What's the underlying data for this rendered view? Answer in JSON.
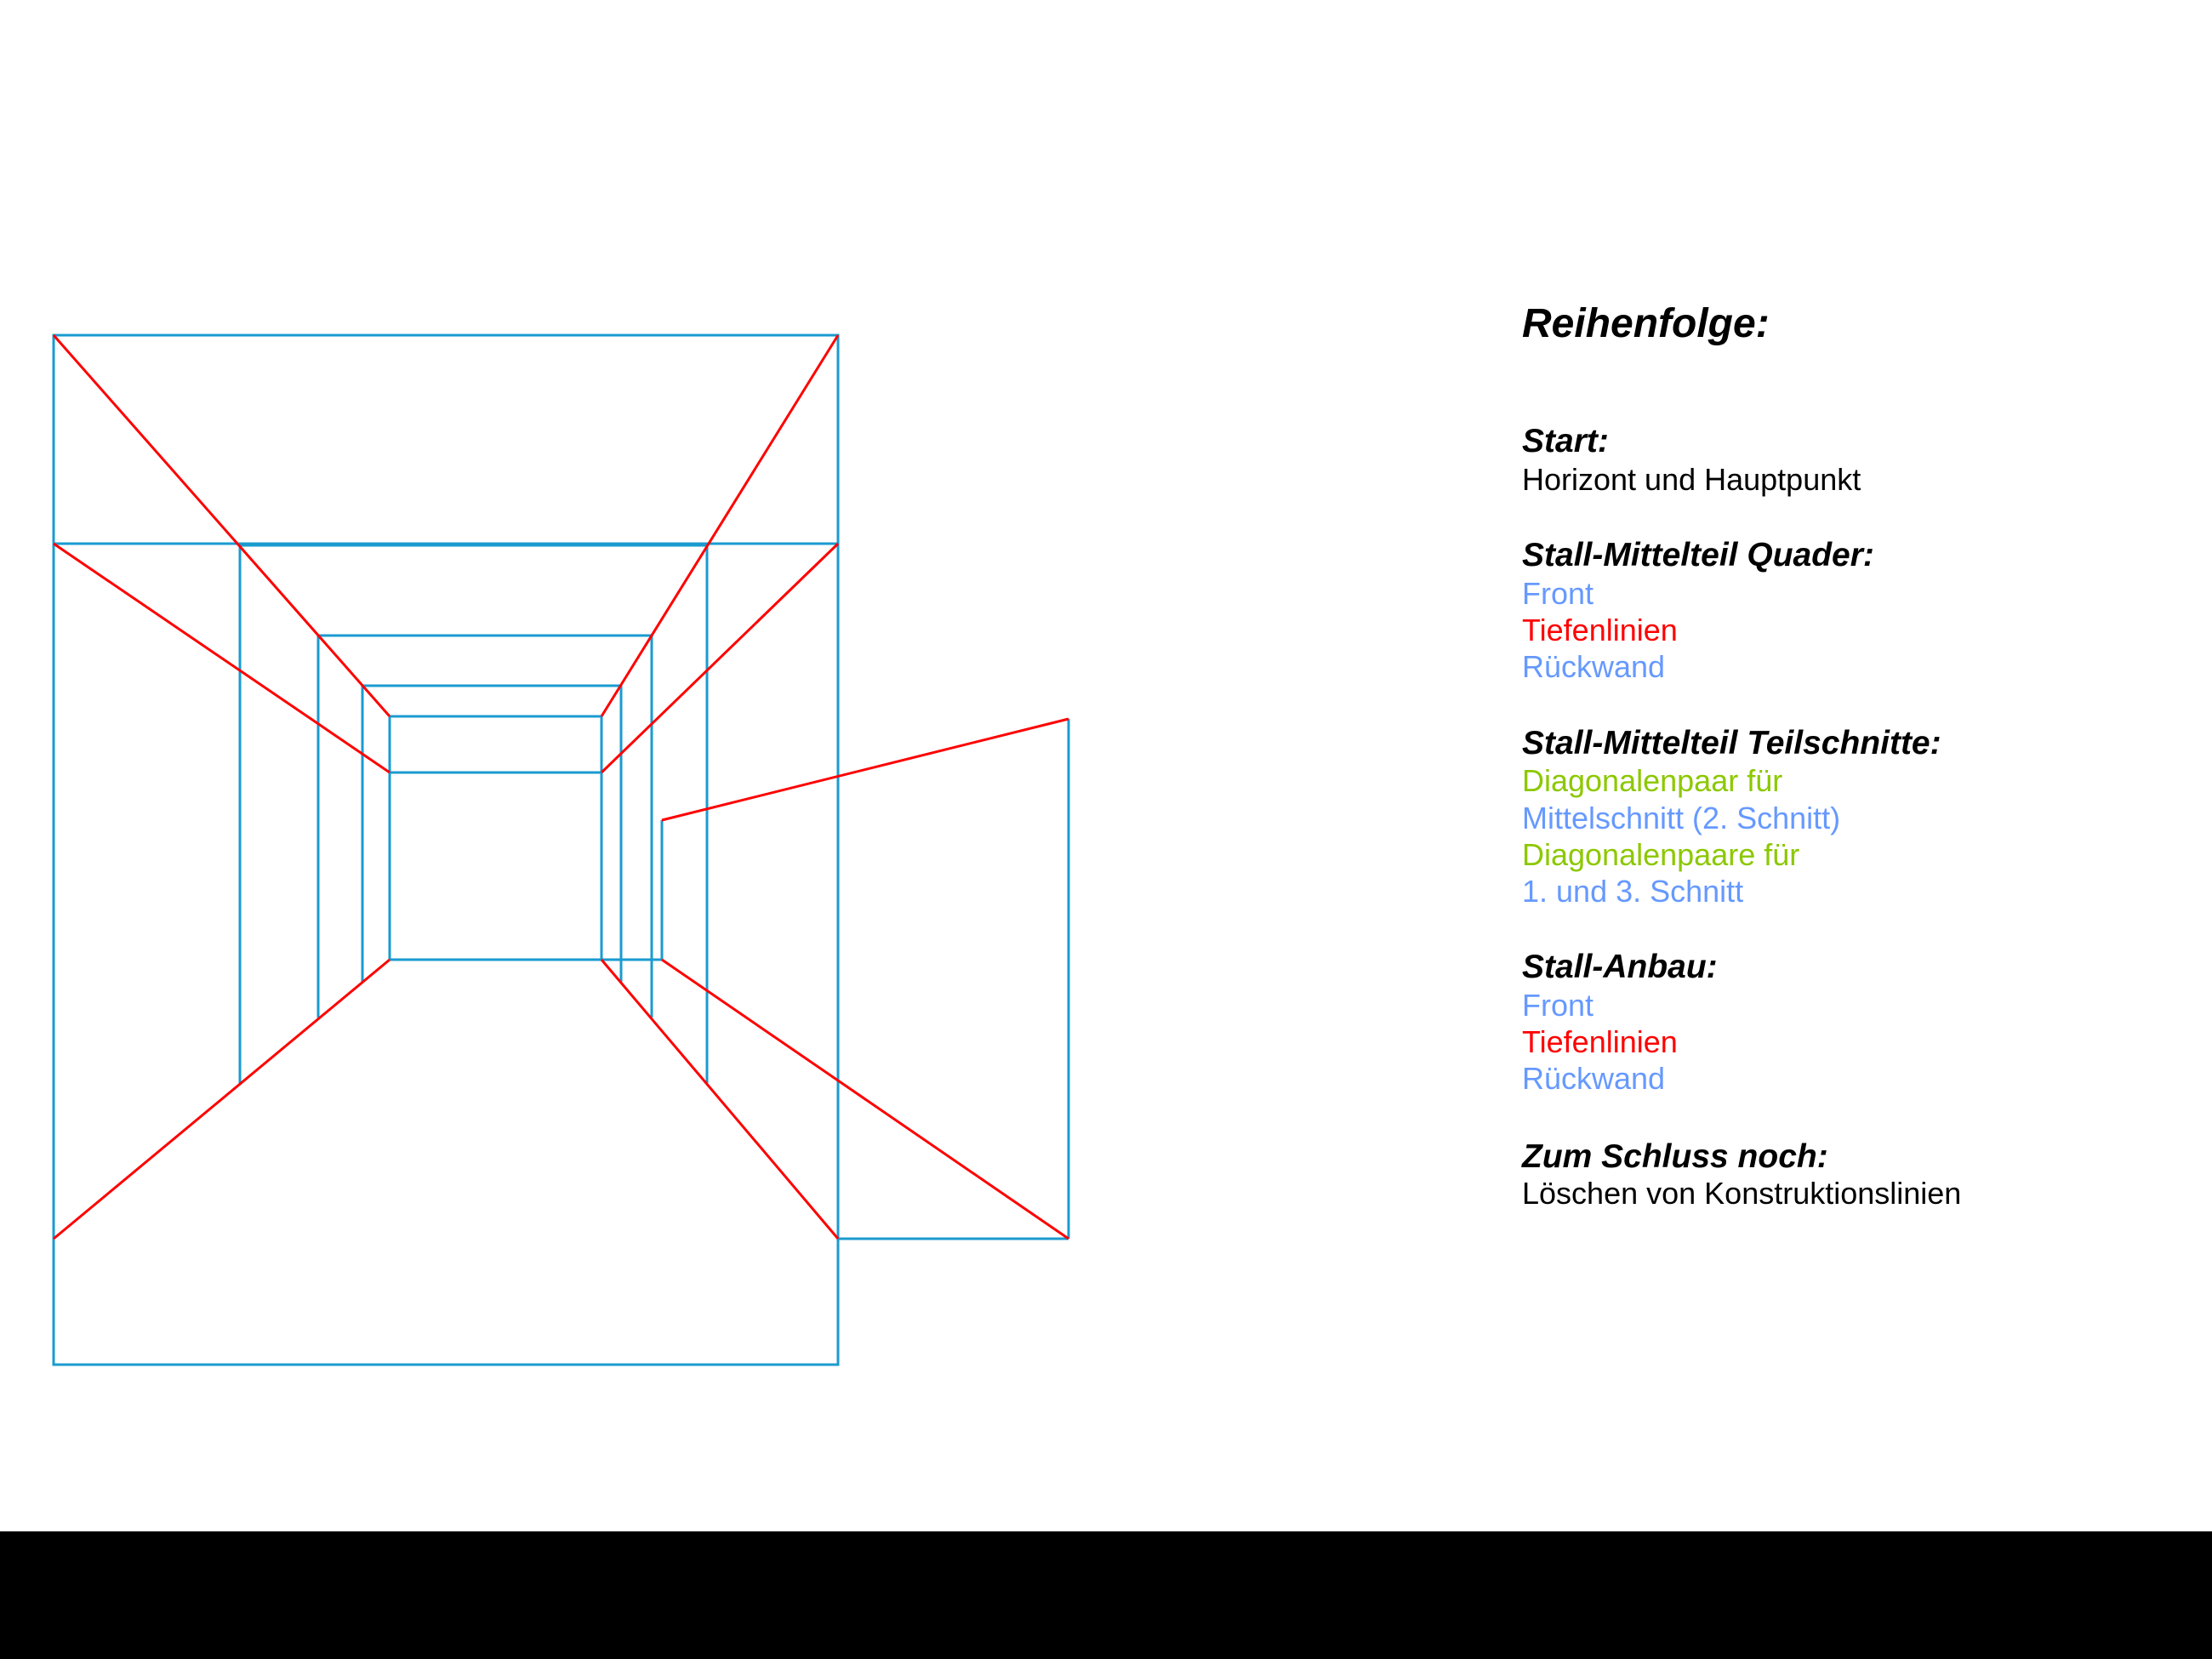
{
  "title": "Reihenfolge:",
  "sections": [
    {
      "heading": "Start:",
      "items": [
        {
          "text": "Horizont und Hauptpunkt",
          "color": "#000000"
        }
      ]
    },
    {
      "heading": "Stall-Mittelteil  Quader:",
      "items": [
        {
          "text": "Front",
          "color": "#6699ff"
        },
        {
          "text": "Tiefenlinien",
          "color": "#ff0000"
        },
        {
          "text": "Rückwand",
          "color": "#6699ff"
        }
      ]
    },
    {
      "heading": "Stall-Mittelteil  Teilschnitte:",
      "items": [
        {
          "text": "Diagonalenpaar für",
          "color": "#8cc800"
        },
        {
          "text": "Mittelschnitt (2. Schnitt)",
          "color": "#6699ff"
        },
        {
          "text": "Diagonalenpaare für",
          "color": "#8cc800"
        },
        {
          "text": "1. und 3. Schnitt",
          "color": "#6699ff"
        }
      ]
    },
    {
      "heading": "Stall-Anbau:",
      "items": [
        {
          "text": "Front",
          "color": "#6699ff"
        },
        {
          "text": "Tiefenlinien",
          "color": "#ff0000"
        },
        {
          "text": "Rückwand",
          "color": "#6699ff"
        }
      ]
    },
    {
      "heading": "Zum Schluss noch:",
      "items": [
        {
          "text": "Löschen von Konstruktionslinien",
          "color": "#000000"
        }
      ]
    }
  ],
  "colors": {
    "construction_blue": "#1a9bd0",
    "depth_red": "#ff0000"
  }
}
